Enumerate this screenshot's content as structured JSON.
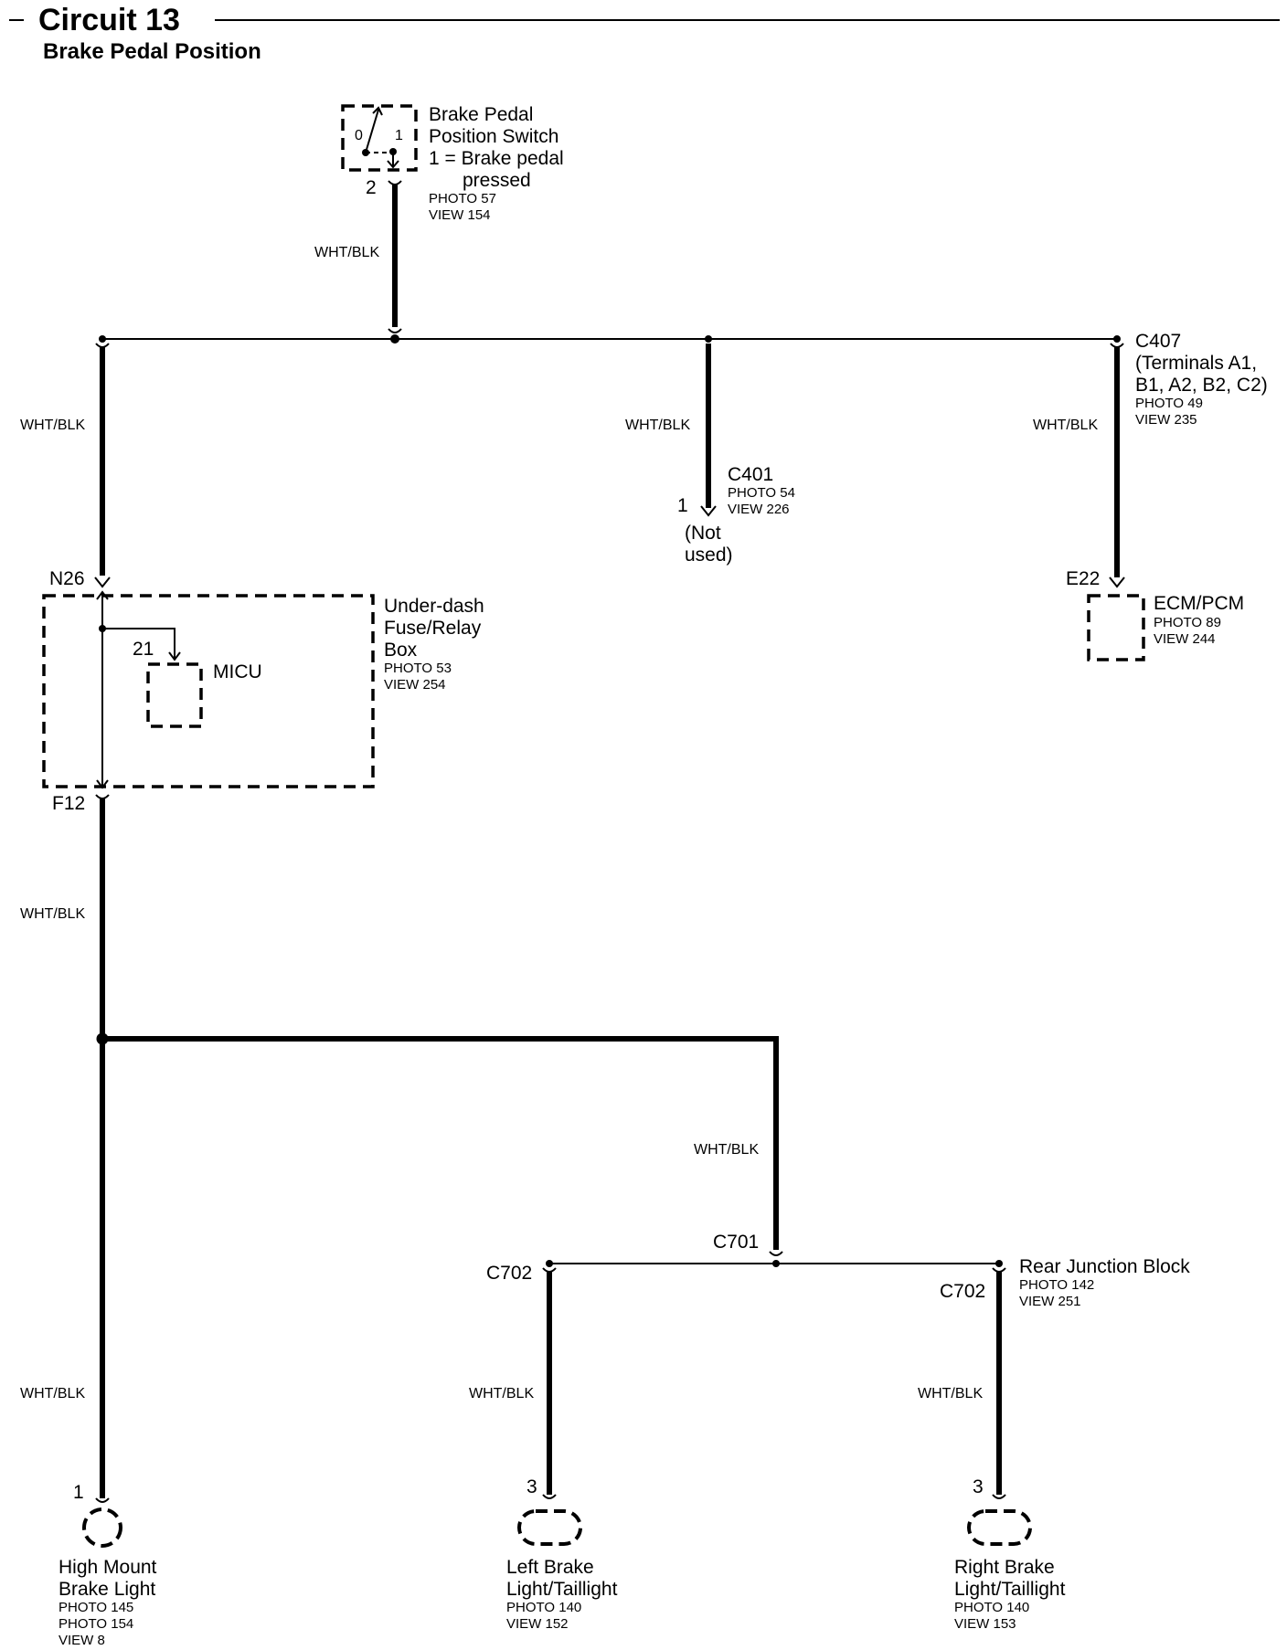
{
  "header": {
    "title": "Circuit 13",
    "subtitle": "Brake Pedal Position"
  },
  "wire_color": "WHT/BLK",
  "components": {
    "brake_switch": {
      "name_lines": [
        "Brake Pedal",
        "Position Switch",
        "1 = Brake pedal",
        "pressed"
      ],
      "refs": [
        "PHOTO 57",
        "VIEW 154"
      ],
      "pin": "2",
      "state_off": "0",
      "state_on": "1"
    },
    "c407": {
      "name_lines": [
        "C407",
        "(Terminals A1,",
        "B1, A2, B2, C2)"
      ],
      "refs": [
        "PHOTO 49",
        "VIEW 235"
      ]
    },
    "c401": {
      "name": "C401",
      "refs": [
        "PHOTO 54",
        "VIEW 226"
      ],
      "pin": "1",
      "note_lines": [
        "(Not",
        "used)"
      ]
    },
    "fuse_box": {
      "name_lines": [
        "Under-dash",
        "Fuse/Relay",
        "Box"
      ],
      "refs": [
        "PHOTO 53",
        "VIEW 254"
      ],
      "pin_in": "N26",
      "pin_out": "F12",
      "micu_label": "MICU",
      "micu_pin": "21"
    },
    "ecm": {
      "name": "ECM/PCM",
      "refs": [
        "PHOTO 89",
        "VIEW 244"
      ],
      "pin": "E22"
    },
    "junction": {
      "c701": "C701",
      "c702_left": "C702",
      "c702_right": "C702",
      "name": "Rear Junction Block",
      "refs": [
        "PHOTO 142",
        "VIEW 251"
      ]
    },
    "high_mount": {
      "pin": "1",
      "name_lines": [
        "High Mount",
        "Brake Light"
      ],
      "refs": [
        "PHOTO 145",
        "PHOTO 154",
        "VIEW 8"
      ]
    },
    "left_light": {
      "pin": "3",
      "name_lines": [
        "Left Brake",
        "Light/Taillight"
      ],
      "refs": [
        "PHOTO 140",
        "VIEW 152"
      ]
    },
    "right_light": {
      "pin": "3",
      "name_lines": [
        "Right Brake",
        "Light/Taillight"
      ],
      "refs": [
        "PHOTO 140",
        "VIEW 153"
      ]
    }
  }
}
